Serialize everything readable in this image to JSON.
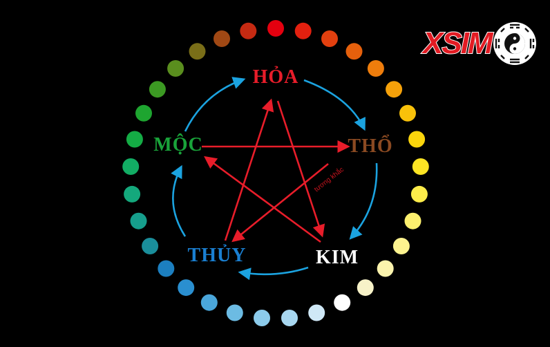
{
  "elements": {
    "fire": {
      "label": "HỎA",
      "color": "#e81d2a"
    },
    "earth": {
      "label": "THỔ",
      "color": "#8b4a22"
    },
    "metal": {
      "label": "KIM",
      "color": "#ffffff"
    },
    "water": {
      "label": "THỦY",
      "color": "#1a7fd1"
    },
    "wood": {
      "label": "MỘC",
      "color": "#19a33a"
    }
  },
  "annotations": {
    "overcoming": "tương khắc"
  },
  "colors": {
    "generating_arrow": "#1ba3e0",
    "overcoming_arrow": "#e81d2a",
    "background": "#000000"
  },
  "logo": {
    "text_x": "X",
    "text_rest": "SIM",
    "icon": "yin-yang-bagua-icon"
  }
}
